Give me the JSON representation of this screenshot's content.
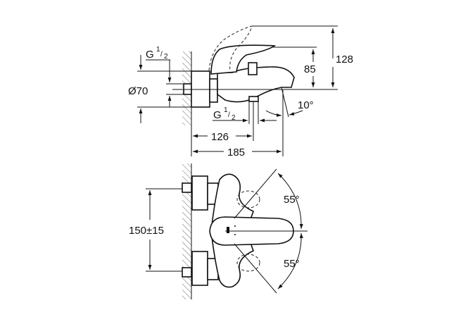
{
  "top_view": {
    "thread_left": {
      "letter": "G",
      "num": "1",
      "den": "2"
    },
    "diameter": "Ø70",
    "thread_bottom": {
      "letter": "G",
      "num": "1",
      "den": "2"
    },
    "height_85": "85",
    "height_128": "128",
    "angle": "10°",
    "length_126": "126",
    "length_185": "185"
  },
  "bottom_view": {
    "spacing": "150±15",
    "angle_upper": "55°",
    "angle_lower": "55°"
  }
}
